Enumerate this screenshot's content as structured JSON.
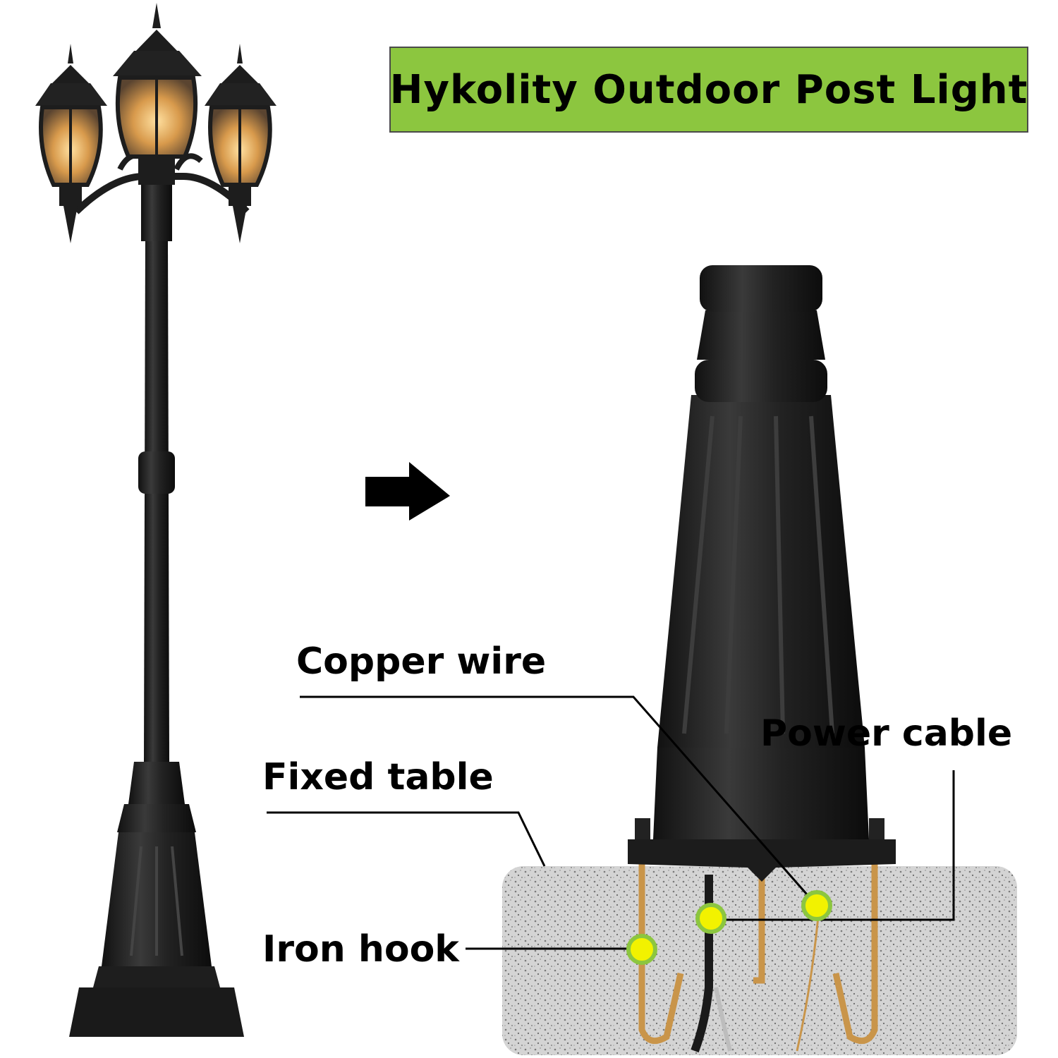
{
  "title": "Hykolity Outdoor Post Light",
  "labels": {
    "copper_wire": "Copper wire",
    "power_cable": "Power cable",
    "fixed_table": "Fixed table",
    "iron_hook": "Iron hook"
  },
  "colors": {
    "title_bg": "#8cc63f",
    "marker": "#f2f200",
    "marker_ring": "#8cc63f",
    "post": "#2b2b2b",
    "concrete": "#cfcfcf",
    "hook": "#c9954a"
  },
  "icons": [
    "arrow-right-icon",
    "lamp-post-image",
    "post-base-image"
  ]
}
